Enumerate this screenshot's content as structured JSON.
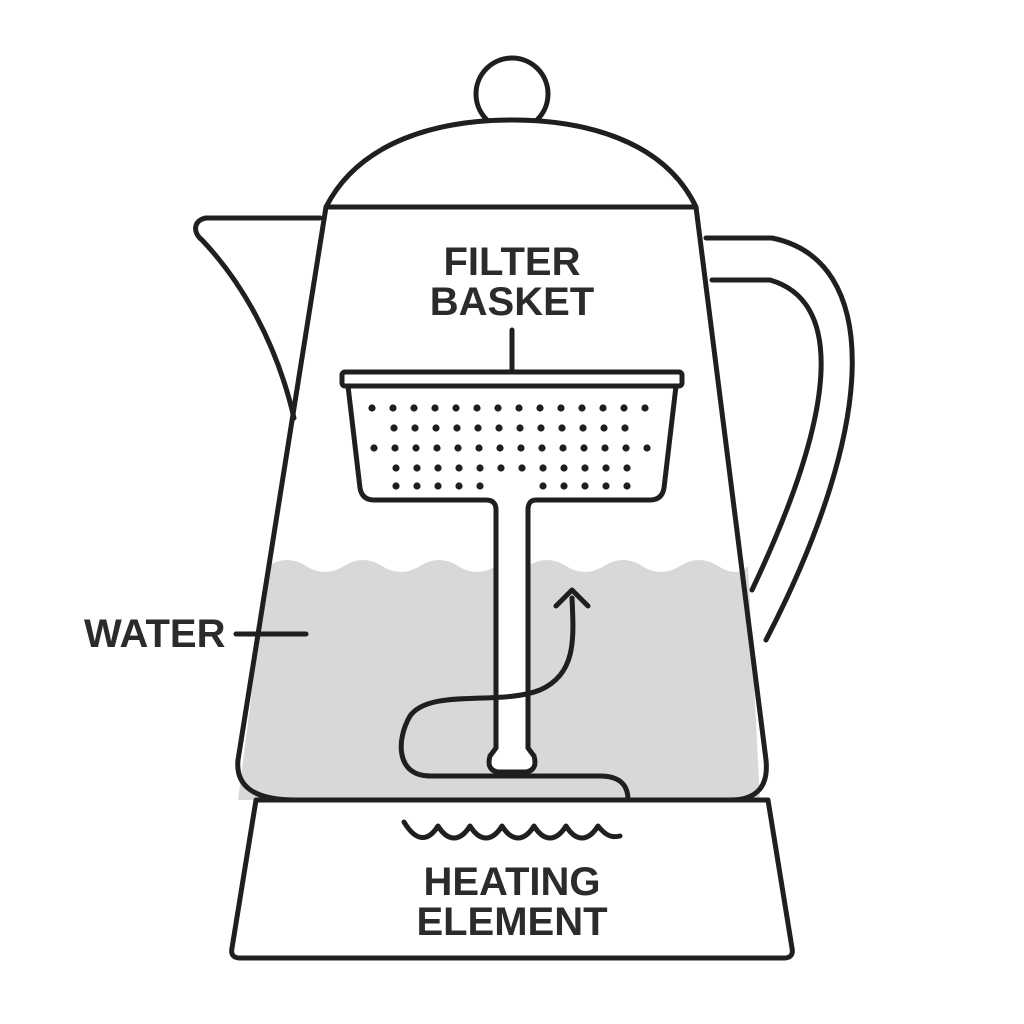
{
  "diagram": {
    "labels": {
      "filter_basket": [
        "FILTER",
        "BASKET"
      ],
      "water": "WATER",
      "heating_element": [
        "HEATING",
        "ELEMENT"
      ]
    },
    "colors": {
      "stroke": "#1f1f1f",
      "water_fill": "#d6d8d9",
      "background": "#ffffff",
      "text": "#2b2b2b"
    }
  }
}
